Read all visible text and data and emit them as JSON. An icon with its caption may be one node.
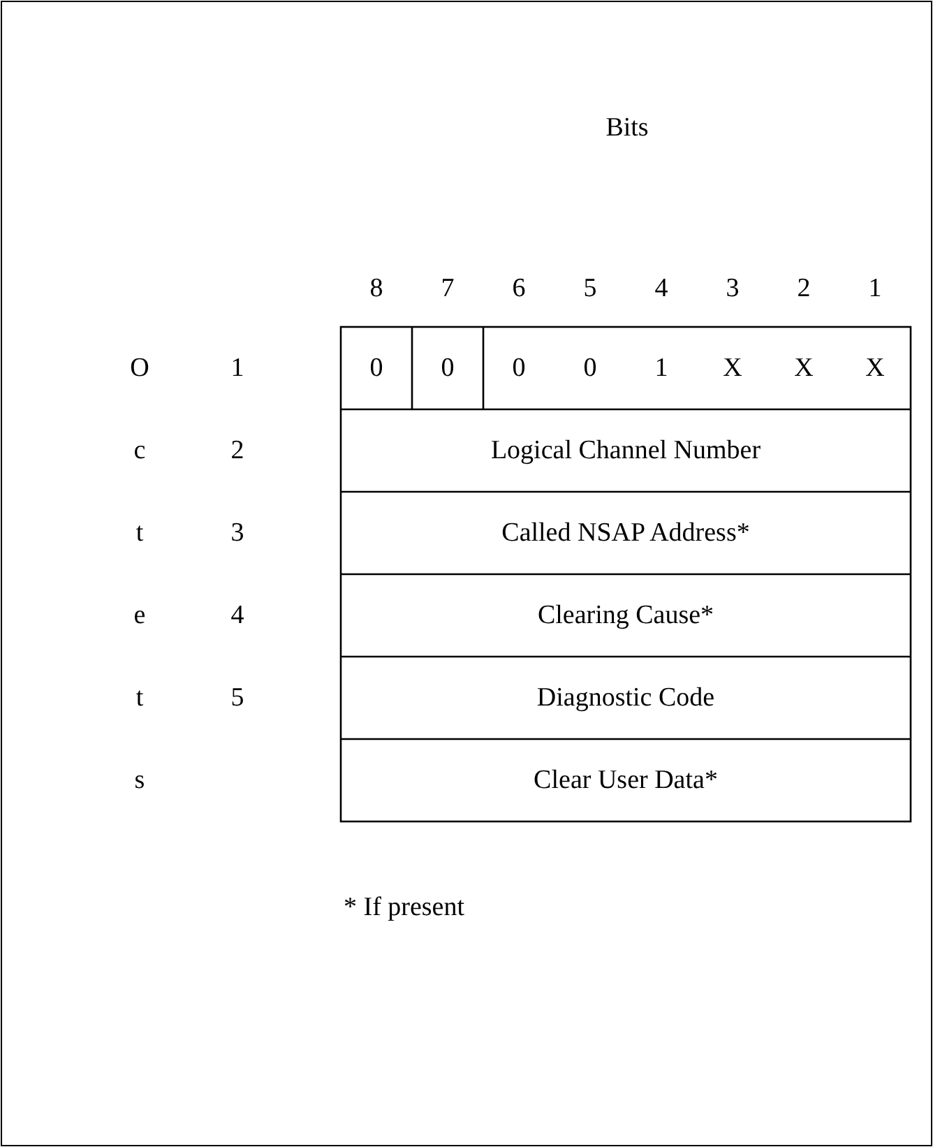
{
  "diagram": {
    "labels": [
      "Bits",
      "8",
      "7",
      "6",
      "5",
      "4",
      "3",
      "2",
      "1",
      "O",
      "1",
      "0",
      "0",
      "0",
      "0",
      "1",
      "X",
      "X",
      "X",
      "c",
      "2",
      "Logical Channel Number",
      "t",
      "3",
      "Called NSAP Address*",
      "e",
      "4",
      "Clearing Cause*",
      "t",
      "5",
      "Diagnostic Code",
      "s",
      "Clear User Data*",
      "* If present"
    ]
  }
}
